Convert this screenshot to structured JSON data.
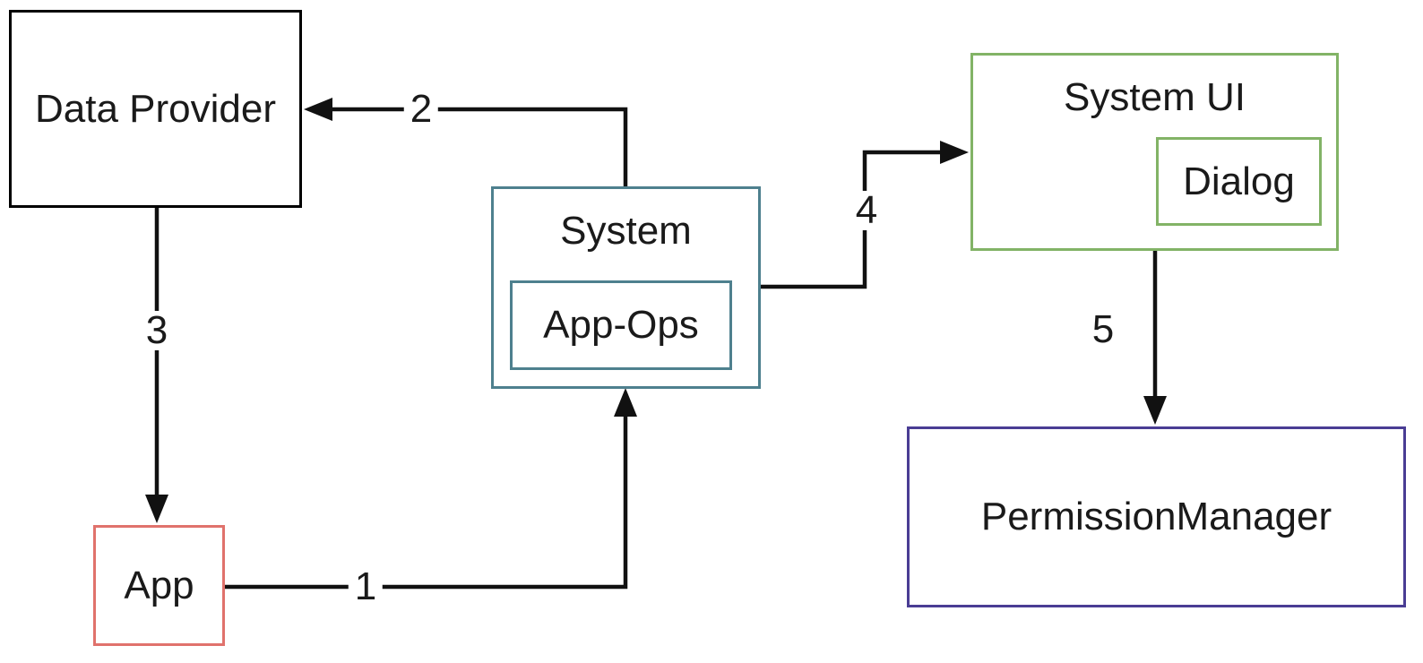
{
  "diagram": {
    "background_color": "#ffffff",
    "line_color": "#111111",
    "boxes": [
      {
        "id": "data-provider",
        "label": "Data Provider",
        "border_color": "#000000"
      },
      {
        "id": "system",
        "label": "System",
        "border_color": "#4e808e"
      },
      {
        "id": "app-ops",
        "label": "App-Ops",
        "border_color": "#4e808e",
        "parent": "system"
      },
      {
        "id": "system-ui",
        "label": "System UI",
        "border_color": "#82b366"
      },
      {
        "id": "dialog",
        "label": "Dialog",
        "border_color": "#82b366",
        "parent": "system-ui"
      },
      {
        "id": "permission-manager",
        "label": "PermissionManager",
        "border_color": "#4a3d94"
      },
      {
        "id": "app",
        "label": "App",
        "border_color": "#e0726c"
      }
    ],
    "arrows": [
      {
        "label": "1",
        "from": "app",
        "to": "system"
      },
      {
        "label": "2",
        "from": "system",
        "to": "data-provider"
      },
      {
        "label": "3",
        "from": "data-provider",
        "to": "app"
      },
      {
        "label": "4",
        "from": "system",
        "to": "system-ui"
      },
      {
        "label": "5",
        "from": "system-ui",
        "to": "permission-manager"
      }
    ]
  }
}
